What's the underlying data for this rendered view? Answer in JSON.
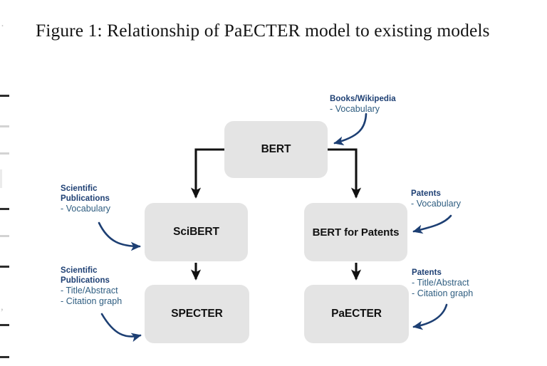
{
  "caption": {
    "text": "Figure 1: Relationship of PaECTER model to existing models"
  },
  "colors": {
    "node_fill": "#e4e4e4",
    "node_text": "#111111",
    "annotation_heading": "#1d3f73",
    "annotation_sub": "#2e5d80",
    "flow_arrow": "#111111",
    "curved_arrow": "#1d3f73",
    "page_background": "#ffffff"
  },
  "diagram": {
    "nodes": [
      {
        "id": "bert",
        "label": "BERT"
      },
      {
        "id": "scibert",
        "label": "SciBERT"
      },
      {
        "id": "bertpatents",
        "label": "BERT for Patents"
      },
      {
        "id": "specter",
        "label": "SPECTER"
      },
      {
        "id": "paecter",
        "label": "PaECTER"
      }
    ],
    "annotations": [
      {
        "id": "books-wikipedia",
        "heading": "Books/Wikipedia",
        "lines": [
          "- Vocabulary"
        ],
        "target": "bert"
      },
      {
        "id": "scientific-publications-vocabulary",
        "heading_line1": "Scientific",
        "heading_line2": "Publications",
        "lines": [
          "- Vocabulary"
        ],
        "target": "scibert"
      },
      {
        "id": "scientific-publications-corpus",
        "heading_line1": "Scientific",
        "heading_line2": "Publications",
        "lines": [
          "- Title/Abstract",
          "- Citation graph"
        ],
        "target": "specter"
      },
      {
        "id": "patents-vocabulary",
        "heading": "Patents",
        "lines": [
          "- Vocabulary"
        ],
        "target": "bertpatents"
      },
      {
        "id": "patents-corpus",
        "heading": "Patents",
        "lines": [
          "- Title/Abstract",
          "- Citation graph"
        ],
        "target": "paecter"
      }
    ],
    "edges": [
      {
        "from": "bert",
        "to": "scibert"
      },
      {
        "from": "bert",
        "to": "bertpatents"
      },
      {
        "from": "scibert",
        "to": "specter"
      },
      {
        "from": "bertpatents",
        "to": "paecter"
      }
    ]
  },
  "margin_artifacts": {
    "note": "cropped scan fragments from the adjacent text column at the page edge",
    "glyphs": [
      "-",
      "-",
      "-",
      "-",
      "-",
      "-",
      "-",
      "-",
      "-",
      "-"
    ]
  }
}
